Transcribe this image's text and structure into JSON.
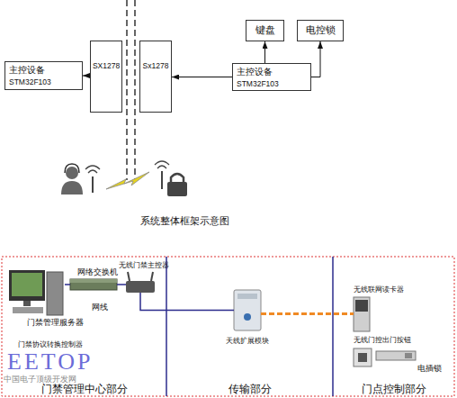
{
  "diagram": {
    "caption": "系统整体框架示意图",
    "nodes": [
      {
        "text": [
          "主控设备",
          "STM32F103"
        ]
      },
      {
        "text": [
          "SX1278"
        ]
      },
      {
        "text": [
          "Sx1278"
        ]
      },
      {
        "text": [
          "键盘"
        ]
      },
      {
        "text": [
          "电控锁"
        ]
      },
      {
        "text": [
          "主控设备",
          "STM32F103"
        ]
      },
      {
        "text": [
          "门禁管理中心部分"
        ]
      },
      {
        "text": [
          "门禁管理服务器"
        ],
        "in": 6
      },
      {
        "text": [
          "网络交换机"
        ],
        "in": 6
      },
      {
        "text": [
          "无线门禁主控器"
        ],
        "in": 6
      },
      {
        "text": [
          "传输部分"
        ]
      },
      {
        "text": [
          "天线扩展模块"
        ],
        "in": 10
      },
      {
        "text": [
          "门点控制部分"
        ]
      },
      {
        "text": [
          "无线联网读卡器"
        ],
        "in": 12
      },
      {
        "text": [
          "无线门控出门按钮"
        ],
        "in": 12
      },
      {
        "text": [
          "电插锁"
        ],
        "in": 12
      }
    ],
    "edges": [
      {
        "from": 1,
        "to": 0,
        "arrow": "to"
      },
      {
        "from": 5,
        "to": 2,
        "arrow": "to"
      },
      {
        "from": 5,
        "to": 3,
        "arrow": "to"
      },
      {
        "from": 5,
        "to": 4,
        "arrow": "to"
      },
      {
        "from": 7,
        "to": 8,
        "arrow": "none"
      },
      {
        "from": 8,
        "to": 9,
        "arrow": "none"
      },
      {
        "from": 9,
        "to": 11,
        "arrow": "none"
      },
      {
        "from": 11,
        "to": 13,
        "arrow": "none"
      }
    ],
    "labels": [
      "门禁协议转换控制器",
      "网线",
      "EETOP",
      "中国电子顶级开发网"
    ]
  }
}
